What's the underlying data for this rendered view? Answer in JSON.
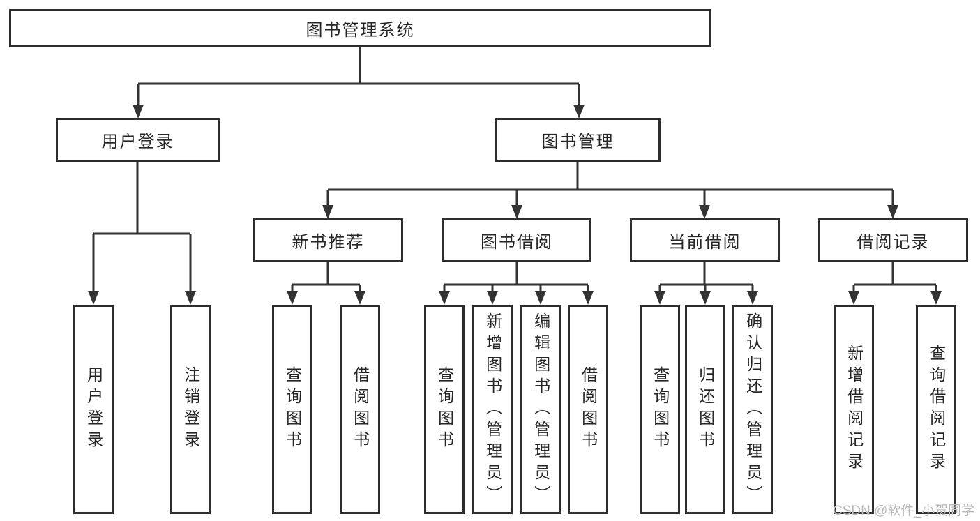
{
  "tree": {
    "root": {
      "label": "图书管理系统",
      "children": [
        {
          "label": "用户登录",
          "children": [
            {
              "label": "用户登录"
            },
            {
              "label": "注销登录"
            }
          ]
        },
        {
          "label": "图书管理",
          "children": [
            {
              "label": "新书推荐",
              "children": [
                {
                  "label": "查询图书"
                },
                {
                  "label": "借阅图书"
                }
              ]
            },
            {
              "label": "图书借阅",
              "children": [
                {
                  "label": "查询图书"
                },
                {
                  "label": "新增图书（管理员）"
                },
                {
                  "label": "编辑图书（管理员）"
                },
                {
                  "label": "借阅图书"
                }
              ]
            },
            {
              "label": "当前借阅",
              "children": [
                {
                  "label": "查询图书"
                },
                {
                  "label": "归还图书"
                },
                {
                  "label": "确认归还（管理员）"
                }
              ]
            },
            {
              "label": "借阅记录",
              "children": [
                {
                  "label": "新增借阅记录"
                },
                {
                  "label": "查询借阅记录"
                }
              ]
            }
          ]
        }
      ]
    }
  },
  "watermark": {
    "text": "CSDN @软件_小贺同学"
  },
  "colors": {
    "line": "#333333",
    "border": "#2d2d2d",
    "text": "#262626",
    "background": "#ffffff",
    "watermark": "#b9b9b9"
  }
}
